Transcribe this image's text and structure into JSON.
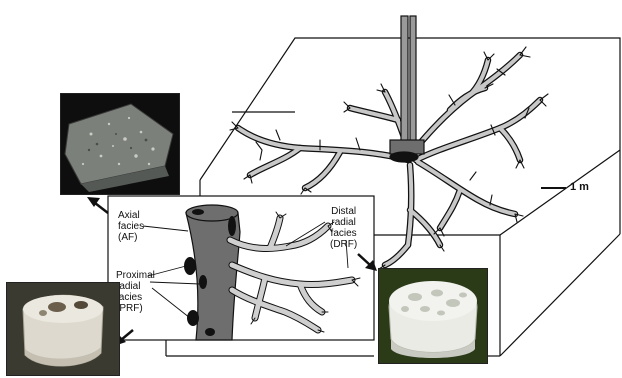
{
  "labels": {
    "axial": [
      "Axial",
      "facies",
      "(AF)"
    ],
    "distal": [
      "Distal",
      "radial",
      "facies",
      "(DRF)"
    ],
    "proximal": [
      "Proximal",
      "radial",
      "facies",
      "(PRF)"
    ],
    "scale": "1 m"
  },
  "colors": {
    "root_fill": "#c8c8c8",
    "trunk_dark": "#6e6e6e",
    "outline": "#111111",
    "pipe_fill": "#9a9a9a",
    "axial_photo": "#7c807a",
    "proximal_photo": "#ddd9cf",
    "distal_photo": "#e9ebe4"
  },
  "icons": {
    "arrow_axial": "arrow-up-left-icon",
    "arrow_proximal": "arrow-down-left-icon",
    "arrow_distal": "arrow-down-right-icon"
  }
}
